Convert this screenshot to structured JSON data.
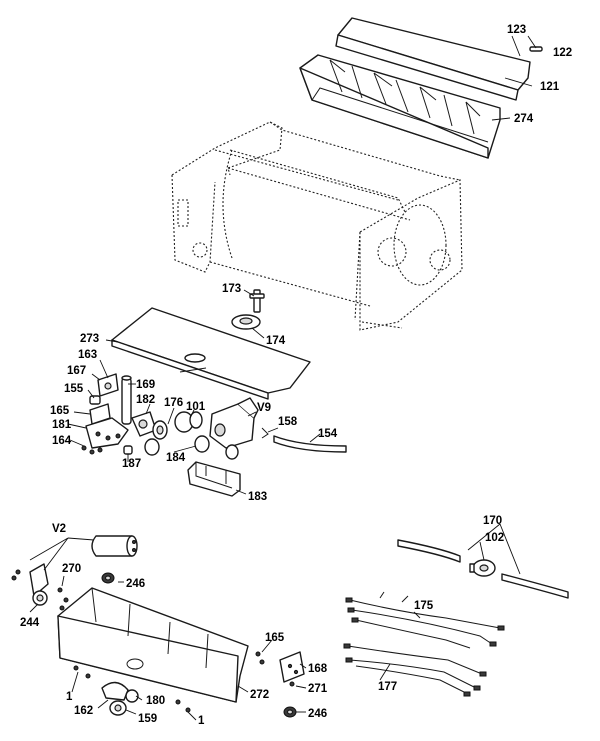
{
  "callouts": {
    "c123": "123",
    "c122": "122",
    "c121": "121",
    "c274": "274",
    "c173": "173",
    "c174": "174",
    "c273": "273",
    "c163": "163",
    "c167": "167",
    "c169": "169",
    "c155": "155",
    "c182": "182",
    "c176": "176",
    "c101": "101",
    "cV9": "V9",
    "c165a": "165",
    "c181": "181",
    "c158": "158",
    "c154": "154",
    "c164": "164",
    "c187": "187",
    "c184": "184",
    "c183": "183",
    "cV2": "V2",
    "c170": "170",
    "c102": "102",
    "c270": "270",
    "c246a": "246",
    "c244": "244",
    "c175": "175",
    "c165b": "165",
    "c168": "168",
    "c271": "271",
    "c177": "177",
    "c1a": "1",
    "c180": "180",
    "c272": "272",
    "c162": "162",
    "c159": "159",
    "c1b": "1",
    "c246b": "246"
  }
}
